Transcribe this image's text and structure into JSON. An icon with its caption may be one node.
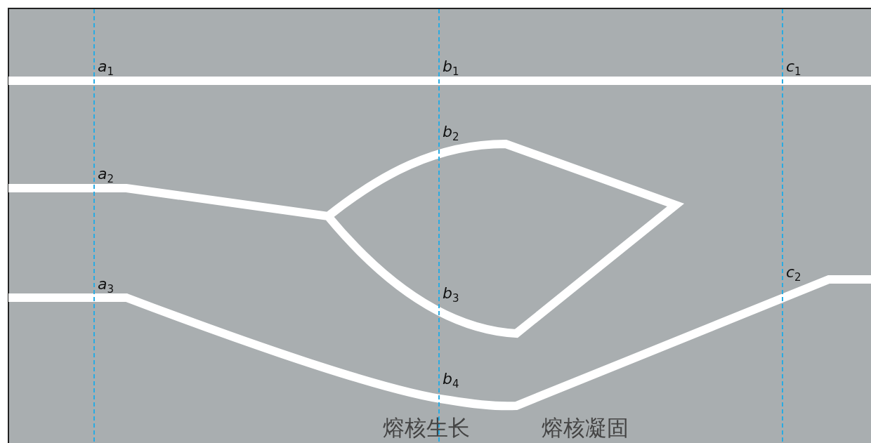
{
  "diagram": {
    "labels": [
      "*a*$_{1}$",
      "*b*$_{1}$",
      "*c*$_{1}$",
      "*b*$_{2}$",
      "*a*$_{2}$",
      "*c*$_{2}$",
      "*a*$_{3}$",
      "*b*$_{3}$",
      "*b*$_{4}$",
      "熔核生长",
      "熔核凝固"
    ]
  }
}
